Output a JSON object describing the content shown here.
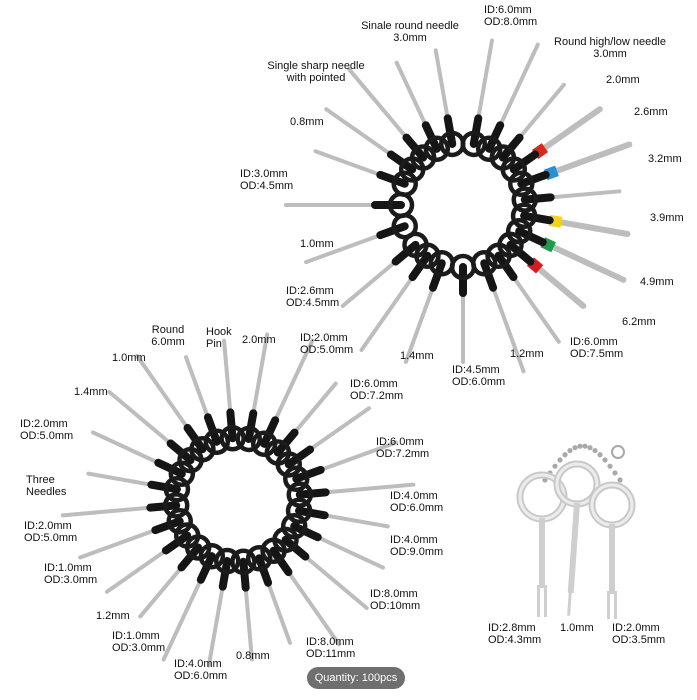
{
  "image": {
    "quantity_badge": "Quantity: 100pcs",
    "bundle_top": {
      "labels": {
        "sinale_round_1": "Sinale round needle",
        "sinale_round_2": "3.0mm",
        "id6_1": "ID:6.0mm",
        "id6_2": "OD:8.0mm",
        "round_hl_1": "Round high/low needle",
        "round_hl_2": "3.0mm",
        "sharp_1": "Single sharp needle",
        "sharp_2": "with pointed",
        "t2_0": "2.0mm",
        "t0_8": "0.8mm",
        "t2_6": "2.6mm",
        "t3_2": "3.2mm",
        "id3_1": "ID:3.0mm",
        "id3_2": "OD:4.5mm",
        "t3_9": "3.9mm",
        "t1_0": "1.0mm",
        "t4_9": "4.9mm",
        "id26_1": "ID:2.6mm",
        "id26_2": "OD:4.5mm",
        "t6_2": "6.2mm",
        "id6b_1": "ID:6.0mm",
        "id6b_2": "OD:7.5mm",
        "t1_4": "1.4mm",
        "t1_2": "1.2mm",
        "id45_1": "ID:4.5mm",
        "id45_2": "OD:6.0mm"
      },
      "tip_colors": [
        "#d42a1d",
        "#2a8fd6",
        "#f2d21c",
        "#1e9a4a",
        "#d11f1f"
      ]
    },
    "bundle_left": {
      "labels": {
        "round_1": "Round",
        "round_2": "6.0mm",
        "hook_1": "Hook",
        "hook_2": "Pin",
        "t2_0": "2.0mm",
        "id20_1": "ID:2.0mm",
        "id20_2": "OD:5.0mm",
        "t1_0": "1.0mm",
        "t1_4": "1.4mm",
        "id60a_1": "ID:6.0mm",
        "id60a_2": "OD:7.2mm",
        "id20l_1": "ID:2.0mm",
        "id20l_2": "OD:5.0mm",
        "id60b_1": "ID:6.0mm",
        "id60b_2": "OD:7.2mm",
        "three_1": "Three",
        "three_2": "Needles",
        "id40a_1": "ID:4.0mm",
        "id40a_2": "OD:6.0mm",
        "id20m_1": "ID:2.0mm",
        "id20m_2": "OD:5.0mm",
        "id40b_1": "ID:4.0mm",
        "id40b_2": "OD:9.0mm",
        "id10a_1": "ID:1.0mm",
        "id10a_2": "OD:3.0mm",
        "id80a_1": "ID:8.0mm",
        "id80a_2": "OD:10mm",
        "t1_2": "1.2mm",
        "id10b_1": "ID:1.0mm",
        "id10b_2": "OD:3.0mm",
        "id80b_1": "ID:8.0mm",
        "id80b_2": "OD:11mm",
        "t0_8": "0.8mm",
        "id40c_1": "ID:4.0mm",
        "id40c_2": "OD:6.0mm"
      }
    },
    "keyring_set": {
      "labels": {
        "a_1": "ID:2.8mm",
        "a_2": "OD:4.3mm",
        "b_1": "1.0mm",
        "c_1": "ID:2.0mm",
        "c_2": "OD:3.5mm"
      }
    }
  }
}
